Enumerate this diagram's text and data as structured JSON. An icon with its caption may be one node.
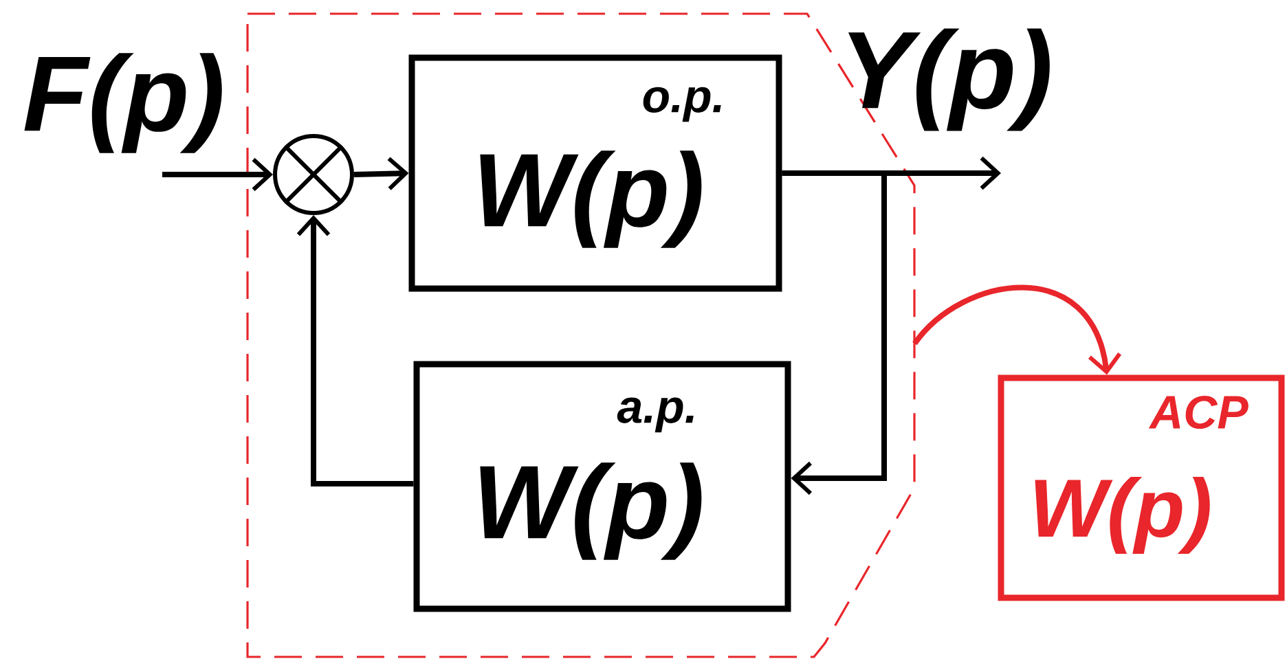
{
  "diagram": {
    "nodes": [
      {
        "text": [],
        "shape": "box"
      },
      {
        "text": [],
        "shape": "circle",
        "in": 0
      },
      {
        "text": [
          "o.p.",
          "W(p)"
        ],
        "in": 0
      },
      {
        "text": [
          "a.p.",
          "W(p)"
        ],
        "in": 0
      },
      {
        "text": [
          "ACP",
          "W(p)"
        ]
      }
    ],
    "edges": [
      {
        "from": null,
        "to": 1,
        "arrow": "to"
      },
      {
        "from": 1,
        "to": 2,
        "arrow": "to"
      },
      {
        "from": 2,
        "to": null,
        "arrow": "to"
      },
      {
        "from": 2,
        "to": 3,
        "arrow": "to"
      },
      {
        "from": 3,
        "to": 1,
        "arrow": "to"
      },
      {
        "from": 0,
        "to": 4,
        "arrow": "to",
        "color": "#e8262b"
      }
    ],
    "labels": [
      "F(p)",
      "Y(p)"
    ]
  }
}
